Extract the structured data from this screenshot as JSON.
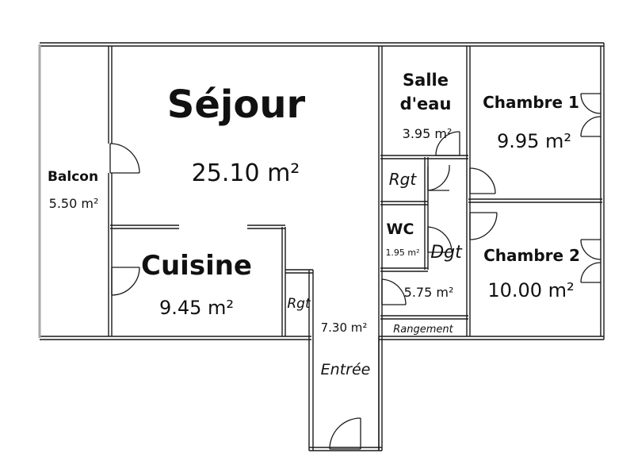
{
  "rooms": {
    "sejour": {
      "name": "Séjour",
      "area": "25.10 m²"
    },
    "cuisine": {
      "name": "Cuisine",
      "area": "9.45 m²"
    },
    "balcon": {
      "name": "Balcon",
      "area": "5.50 m²"
    },
    "salle_deau": {
      "name_line1": "Salle",
      "name_line2": "d'eau",
      "area": "3.95 m²"
    },
    "chambre1": {
      "name": "Chambre 1",
      "area": "9.95 m²"
    },
    "chambre2": {
      "name": "Chambre 2",
      "area": "10.00 m²"
    },
    "rgt_top": {
      "name": "Rgt"
    },
    "wc": {
      "name": "WC",
      "area": "1.95 m²"
    },
    "dgt": {
      "name": "Dgt",
      "area": "5.75 m²"
    },
    "rgt_kitchen": {
      "name": "Rgt"
    },
    "entree": {
      "name": "Entrée",
      "area": "7.30 m²"
    },
    "rangement": {
      "name": "Rangement"
    }
  },
  "colors": {
    "wall": "#1a1a1a",
    "wall_fill": "#ffffff",
    "balcony_edge": "#a8a8a8"
  }
}
